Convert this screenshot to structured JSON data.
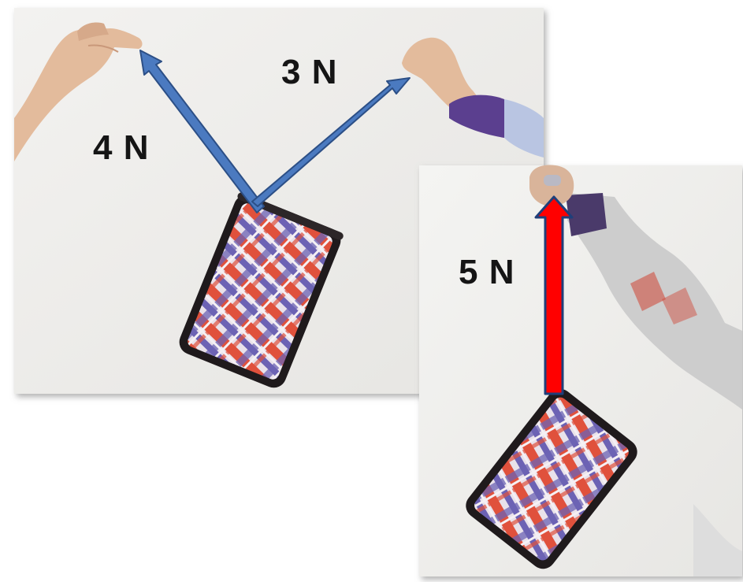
{
  "labels": {
    "force_4": "4 N",
    "force_3": "3 N",
    "force_5": "5 N"
  },
  "colors": {
    "background": "#ffffff",
    "wall": "#ecebe8",
    "arrow_blue": "#4b7ac0",
    "arrow_blue_edge": "#2c4f86",
    "arrow_red": "#ff0000",
    "arrow_red_edge": "#1f3f7a",
    "pouch_body": "#1f1a1c",
    "pouch_red": "#e0513c",
    "pouch_purple": "#6c62b4",
    "skin": "#e4bfa3",
    "sleeve_grey": "#cdcdcd",
    "sleeve_purple": "#5b3f8f"
  },
  "icons": [
    "hand-left",
    "hand-right",
    "hand-holding-top",
    "pencil-case",
    "force-arrow"
  ]
}
